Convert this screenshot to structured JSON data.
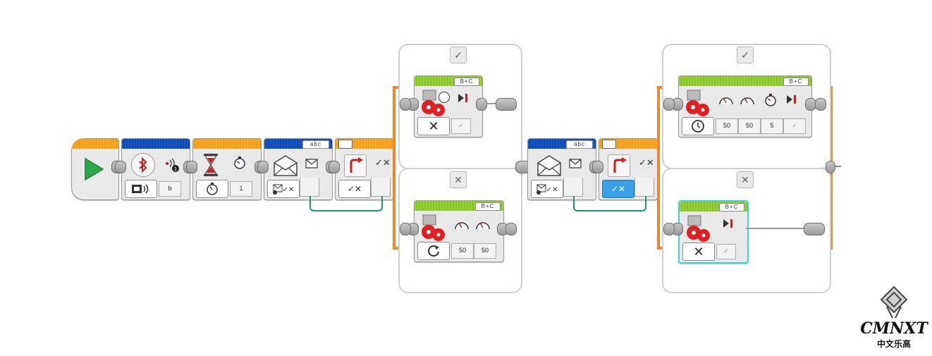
{
  "header_tags": {
    "msg1": "abc",
    "msg2": "abc",
    "motor1": "B+C",
    "motor2": "B+C",
    "motor3": "B+C",
    "motor4": "B+C"
  },
  "params": {
    "bt_port": "b",
    "wait_time": "1",
    "m2_power_left": "50",
    "m2_power_right": "50",
    "m3_power_left": "50",
    "m3_power_right": "50",
    "m3_seconds": "5"
  },
  "case_marks": {
    "true_mark": "✓",
    "false_mark": "✕"
  },
  "logo": {
    "title": "CMNXT",
    "subtitle": "中文乐高"
  },
  "colors": {
    "start_green": "#2aa84a",
    "flow_orange": "#f0862a",
    "data_wire_green": "#1a9a6a",
    "motor_red": "#e02020",
    "selected_blue": "#3aa0e8"
  },
  "icons": {
    "start": "play-icon",
    "bluetooth": "bluetooth-icon",
    "timer": "hourglass-icon",
    "messaging": "envelope-icon",
    "switch": "switch-arrow-icon",
    "motor": "large-motor-icon"
  }
}
